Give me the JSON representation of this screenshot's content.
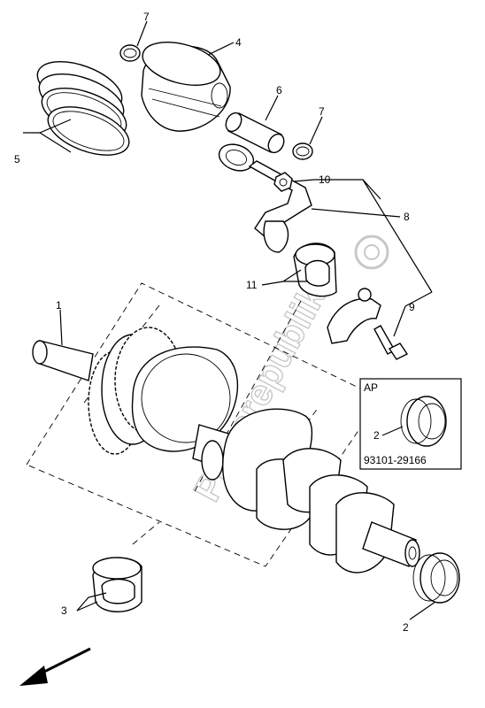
{
  "callouts": {
    "c1": "1",
    "c2a": "2",
    "c2b": "2",
    "c3": "3",
    "c4": "4",
    "c5": "5",
    "c6": "6",
    "c7a": "7",
    "c7b": "7",
    "c8": "8",
    "c9": "9",
    "c10": "10",
    "c11": "11"
  },
  "inset": {
    "title": "AP",
    "part_number": "93101-29166"
  },
  "watermark": "Partsrepublik",
  "icons": {
    "direction_arrow": "arrow-down-left-icon",
    "watermark_gear": "gear-icon"
  }
}
